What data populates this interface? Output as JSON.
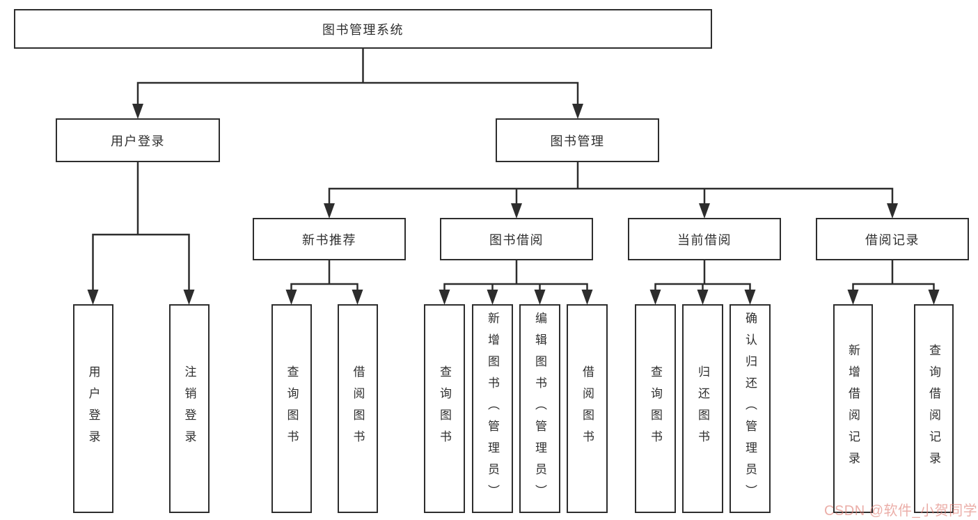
{
  "root": {
    "label": "图书管理系统"
  },
  "branches": [
    {
      "label": "用户登录",
      "children": [
        {
          "label": "用户登录"
        },
        {
          "label": "注销登录"
        }
      ]
    },
    {
      "label": "图书管理",
      "children": [
        {
          "label": "新书推荐",
          "children": [
            {
              "label": "查询图书"
            },
            {
              "label": "借阅图书"
            }
          ]
        },
        {
          "label": "图书借阅",
          "children": [
            {
              "label": "查询图书"
            },
            {
              "label": "新增图书（管理员）"
            },
            {
              "label": "编辑图书（管理员）"
            },
            {
              "label": "借阅图书"
            }
          ]
        },
        {
          "label": "当前借阅",
          "children": [
            {
              "label": "查询图书"
            },
            {
              "label": "归还图书"
            },
            {
              "label": "确认归还（管理员）"
            }
          ]
        },
        {
          "label": "借阅记录",
          "children": [
            {
              "label": "新增借阅记录"
            },
            {
              "label": "查询借阅记录"
            }
          ]
        }
      ]
    }
  ],
  "watermark": "CSDN @软件_小贺同学",
  "colors": {
    "line": "#2d2d2d",
    "box_border": "#2d2d2d",
    "text": "#2f2f2f",
    "watermark": "#de7d73",
    "background": "#ffffff"
  }
}
